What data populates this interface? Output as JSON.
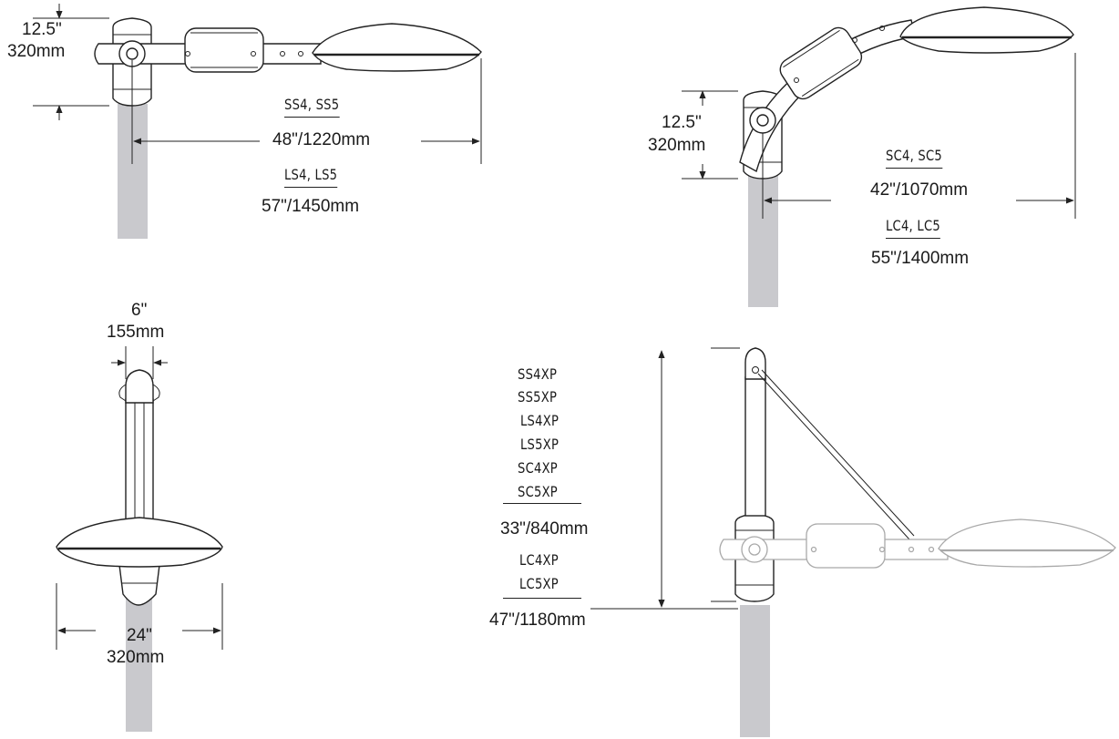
{
  "views": {
    "top_left": {
      "height_label": [
        "12.5\"",
        "320mm"
      ],
      "model_group_1": "SS4, SS5",
      "dim_1": "48\"/1220mm",
      "model_group_2": "LS4, LS5",
      "dim_2": "57\"/1450mm"
    },
    "top_right": {
      "height_label": [
        "12.5\"",
        "320mm"
      ],
      "model_group_1": "SC4, SC5",
      "dim_1": "42\"/1070mm",
      "model_group_2": "LC4, LC5",
      "dim_2": "55\"/1400mm"
    },
    "bottom_left": {
      "width_label": [
        "6\"",
        "155mm"
      ],
      "diameter_label": [
        "24\"",
        "320mm"
      ]
    },
    "bottom_right": {
      "models_1": [
        "SS4XP",
        "SS5XP",
        "LS4XP",
        "LS5XP",
        "SC4XP",
        "SC5XP"
      ],
      "dim_1": "33\"/840mm",
      "models_2": [
        "LC4XP",
        "LC5XP"
      ],
      "dim_2": "47\"/1180mm"
    }
  }
}
